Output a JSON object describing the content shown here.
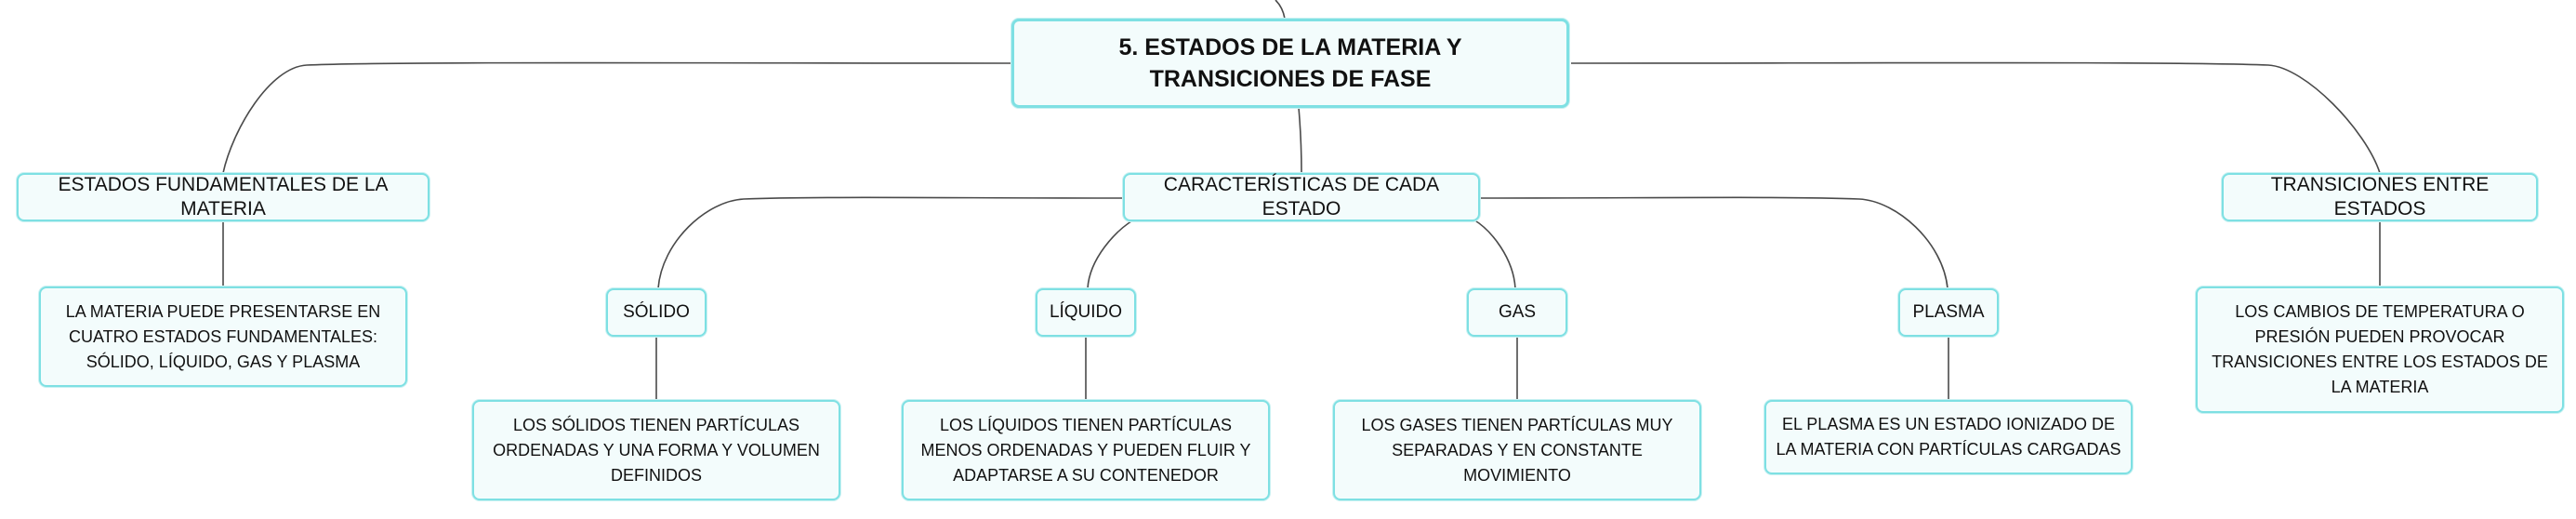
{
  "diagram": {
    "type": "mind-map",
    "root": {
      "label": "5. ESTADOS DE LA MATERIA Y TRANSICIONES DE FASE"
    },
    "branches": {
      "fundamentals": {
        "label": "ESTADOS FUNDAMENTALES DE LA MATERIA",
        "detail": "LA MATERIA PUEDE PRESENTARSE EN CUATRO ESTADOS FUNDAMENTALES: SÓLIDO, LÍQUIDO, GAS Y PLASMA"
      },
      "characteristics": {
        "label": "CARACTERÍSTICAS DE CADA ESTADO",
        "states": {
          "solid": {
            "label": "SÓLIDO",
            "detail": "LOS SÓLIDOS TIENEN PARTÍCULAS ORDENADAS Y UNA FORMA Y VOLUMEN DEFINIDOS"
          },
          "liquid": {
            "label": "LÍQUIDO",
            "detail": "LOS LÍQUIDOS TIENEN PARTÍCULAS MENOS ORDENADAS Y PUEDEN FLUIR Y ADAPTARSE A SU CONTENEDOR"
          },
          "gas": {
            "label": "GAS",
            "detail": "LOS GASES TIENEN PARTÍCULAS MUY SEPARADAS Y EN CONSTANTE MOVIMIENTO"
          },
          "plasma": {
            "label": "PLASMA",
            "detail": "EL PLASMA ES UN ESTADO IONIZADO DE LA MATERIA CON PARTÍCULAS CARGADAS"
          }
        }
      },
      "transitions": {
        "label": "TRANSICIONES ENTRE ESTADOS",
        "detail": "LOS CAMBIOS DE TEMPERATURA O PRESIÓN PUEDEN PROVOCAR TRANSICIONES ENTRE LOS ESTADOS DE LA MATERIA"
      }
    },
    "colors": {
      "node_border": "#7ee0e3",
      "node_fill": "#f3fcfc",
      "connector": "#4a4a4a"
    }
  }
}
